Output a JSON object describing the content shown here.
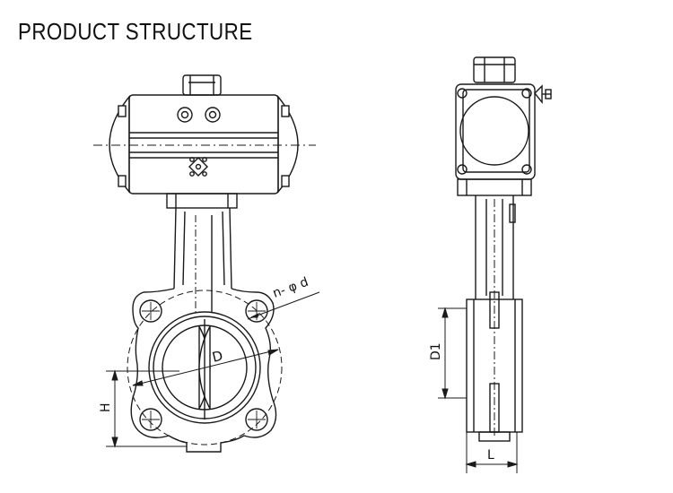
{
  "page": {
    "title": "PRODUCT STRUCTURE"
  },
  "dimensions": {
    "bolt_holes": "n- φ d",
    "disc_diameter": "D",
    "height": "H",
    "flange_diameter": "D1",
    "length": "L"
  },
  "colors": {
    "line": "#1a1a1a",
    "background": "#ffffff"
  }
}
